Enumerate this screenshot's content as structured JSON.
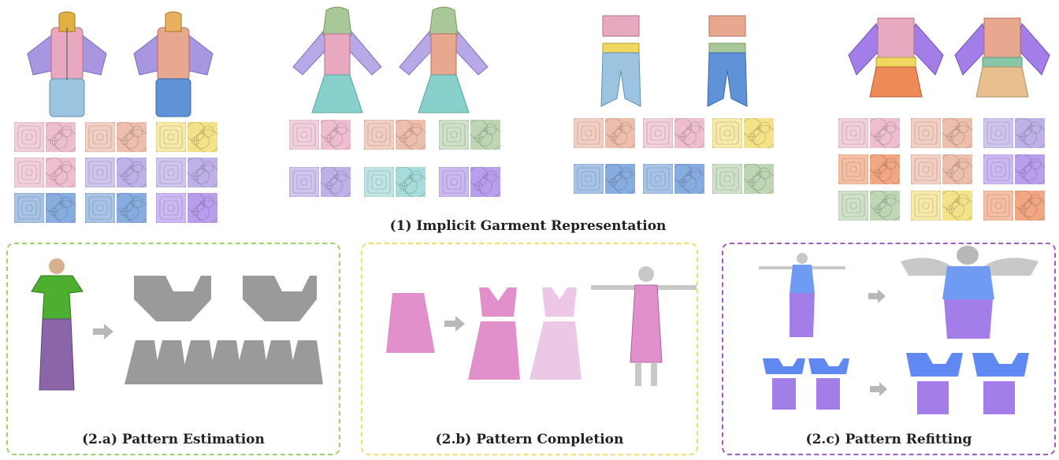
{
  "section1": {
    "caption": "(1) Implicit Garment Representation"
  },
  "panels": [
    {
      "id": "estimation",
      "caption": "(2.a) Pattern Estimation",
      "border_color": "#9ed36a"
    },
    {
      "id": "completion",
      "caption": "(2.b) Pattern Completion",
      "border_color": "#f2dc6a"
    },
    {
      "id": "refitting",
      "caption": "(2.c) Pattern Refitting",
      "border_color": "#a45bbf"
    }
  ],
  "colors": {
    "lavender": "#a996e0",
    "pink": "#e8a8c0",
    "peach": "#e8a890",
    "sky": "#9cc4e0",
    "blue": "#5f92d6",
    "teal": "#88d0cc",
    "sage": "#a8c89a",
    "yellow": "#f0d860",
    "orange": "#ee8a58",
    "gray": "#9a9a9a",
    "magenta": "#e290cc",
    "violet": "#a37ee8",
    "royal": "#5f88f0"
  },
  "icons": {
    "arrow": "right-arrow-icon"
  }
}
